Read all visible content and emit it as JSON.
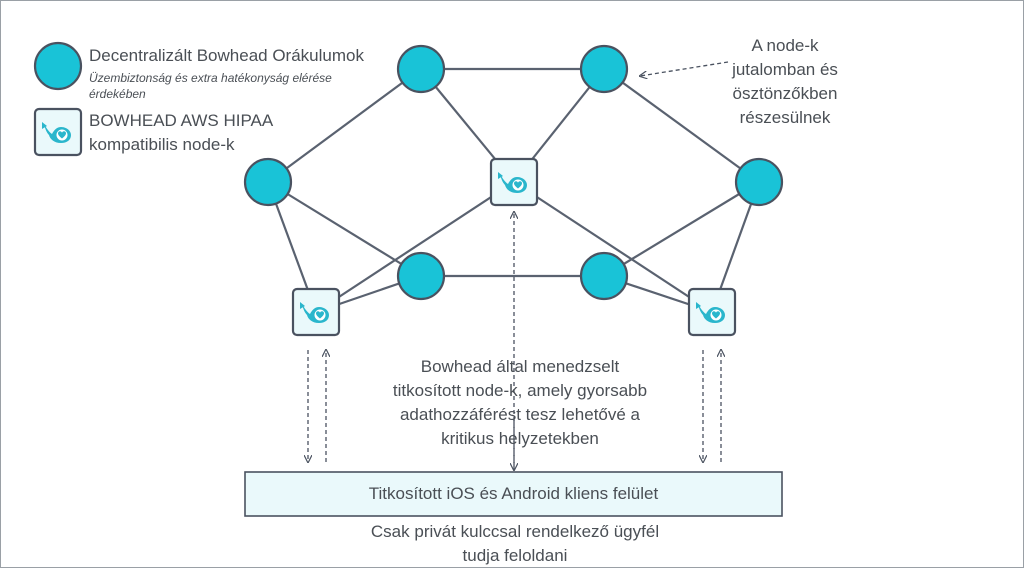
{
  "legend": {
    "oracle_title": "Decentralizált Bowhead Orákulumok",
    "oracle_subtitle": "Üzembiztonság és extra hatékonyság elérése érdekében",
    "hipaa_line1": "BOWHEAD AWS HIPAA",
    "hipaa_line2": "kompatibilis node-k"
  },
  "annotation_reward": {
    "line1": "A node-k",
    "line2": "jutalomban és",
    "line3": "ösztönzőkben",
    "line4": "részesülnek"
  },
  "annotation_managed": {
    "line1": "Bowhead által menedzselt",
    "line2": "titkosított node-k, amely gyorsabb",
    "line3": "adathozzáférést tesz lehetővé a",
    "line4": "kritikus helyzetekben"
  },
  "client_box_label": "Titkosított iOS és Android kliens felület",
  "footer": {
    "line1": "Csak privát kulccsal rendelkező ügyfél",
    "line2": "tudja feloldani"
  },
  "colors": {
    "oracle_fill": "#19c3d7",
    "node_stroke": "#4a5260",
    "edge": "#5a6270",
    "box_fill": "#eaf9fb",
    "whale": "#2ab6cc",
    "text": "#4a4f55"
  }
}
